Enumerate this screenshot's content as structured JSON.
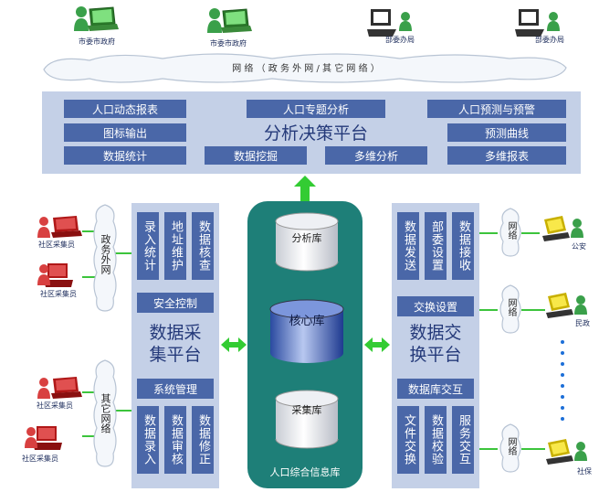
{
  "top_users": [
    {
      "label": "市委市政府",
      "icon": "laptop-user-icon"
    },
    {
      "label": "市委市政府",
      "icon": "laptop-user-icon"
    },
    {
      "label": "部委办局",
      "icon": "desktop-user-icon"
    },
    {
      "label": "部委办局",
      "icon": "desktop-user-icon"
    }
  ],
  "top_network": "网 络 （ 政 务 外 网 / 其 它 网 络 ）",
  "analysis_platform": {
    "title": "分析决策平台",
    "items": [
      "人口动态报表",
      "人口专题分析",
      "人口预测与预警",
      "图标输出",
      "预测曲线",
      "数据统计",
      "数据挖掘",
      "多维分析",
      "多维报表"
    ]
  },
  "left_clients": [
    {
      "label": "社区采集员"
    },
    {
      "label": "社区采集员"
    },
    {
      "label": "社区采集员"
    },
    {
      "label": "社区采集员"
    }
  ],
  "left_networks": [
    "政务外网",
    "其它网络"
  ],
  "collection_platform": {
    "title": "数据采\n集平台",
    "top_items": [
      "录入统计",
      "地址维护",
      "数据核查"
    ],
    "security": "安全控制",
    "system": "系统管理",
    "bottom_items": [
      "数据录入",
      "数据审核",
      "数据修正"
    ]
  },
  "database": {
    "title": "人口综合信息库",
    "cylinders": [
      "分析库",
      "核心库",
      "采集库"
    ]
  },
  "exchange_platform": {
    "title": "数据交\n换平台",
    "top_items": [
      "数据发送",
      "部委设置",
      "数据接收"
    ],
    "exchange_setting": "交换设置",
    "db_exchange": "数据库交互",
    "bottom_items": [
      "文件交换",
      "数据校验",
      "服务交互"
    ]
  },
  "right_networks": [
    "网络",
    "网络",
    "网络"
  ],
  "right_clients": [
    {
      "label": "公安"
    },
    {
      "label": "民政"
    },
    {
      "label": "社保"
    }
  ],
  "colors": {
    "accent": "#4a67a8",
    "panel": "#c4d0e7",
    "db": "#1e7f78",
    "arrow": "#33cc33"
  }
}
